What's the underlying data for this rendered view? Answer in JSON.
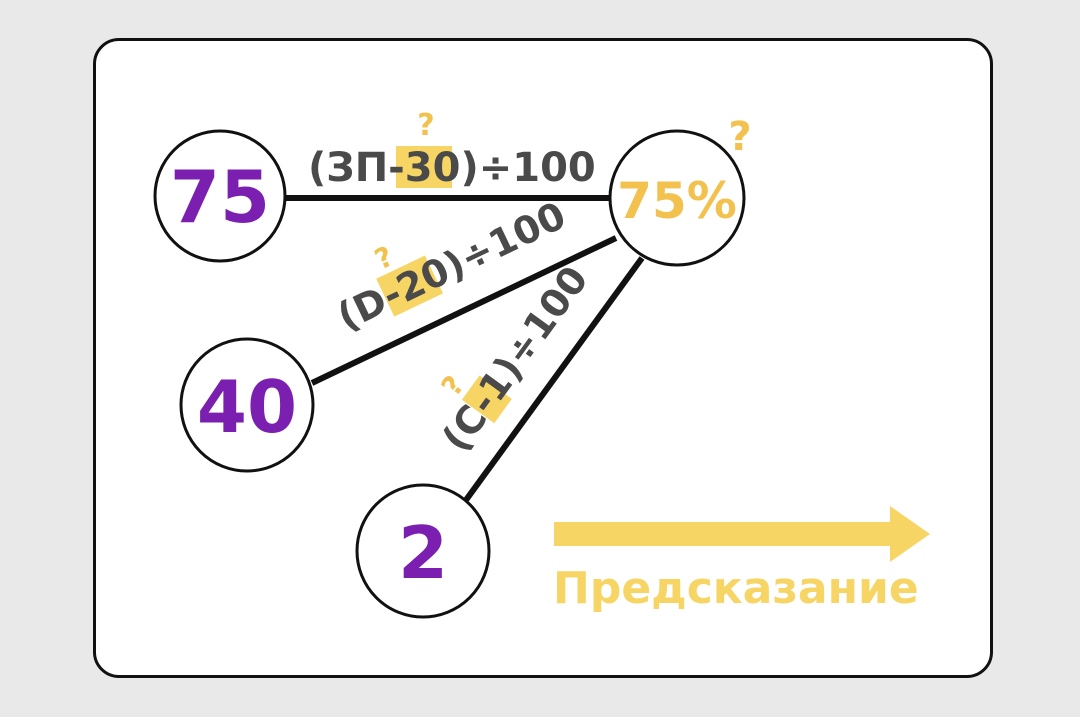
{
  "colors": {
    "background": "#e9e9e9",
    "card": "#ffffff",
    "stroke": "#111111",
    "input_value": "#7a1fb0",
    "output_value": "#f2c14e",
    "formula_text": "#4a4a4a",
    "highlight": "#f7d565",
    "question": "#f2c14e",
    "arrow": "#f7d565"
  },
  "inputs": [
    {
      "value": "75"
    },
    {
      "value": "40"
    },
    {
      "value": "2"
    }
  ],
  "output": {
    "value": "75%",
    "question": "?"
  },
  "edges": [
    {
      "prefix": "(ЗП-",
      "weight": "30",
      "suffix": ")÷100",
      "question": "?"
    },
    {
      "prefix": "(D-",
      "weight": "20",
      "suffix": ")÷100",
      "question": "?"
    },
    {
      "prefix": "(C-",
      "weight": "1",
      "suffix": ")÷100",
      "question": "?"
    }
  ],
  "prediction": {
    "label": "Предсказание"
  }
}
